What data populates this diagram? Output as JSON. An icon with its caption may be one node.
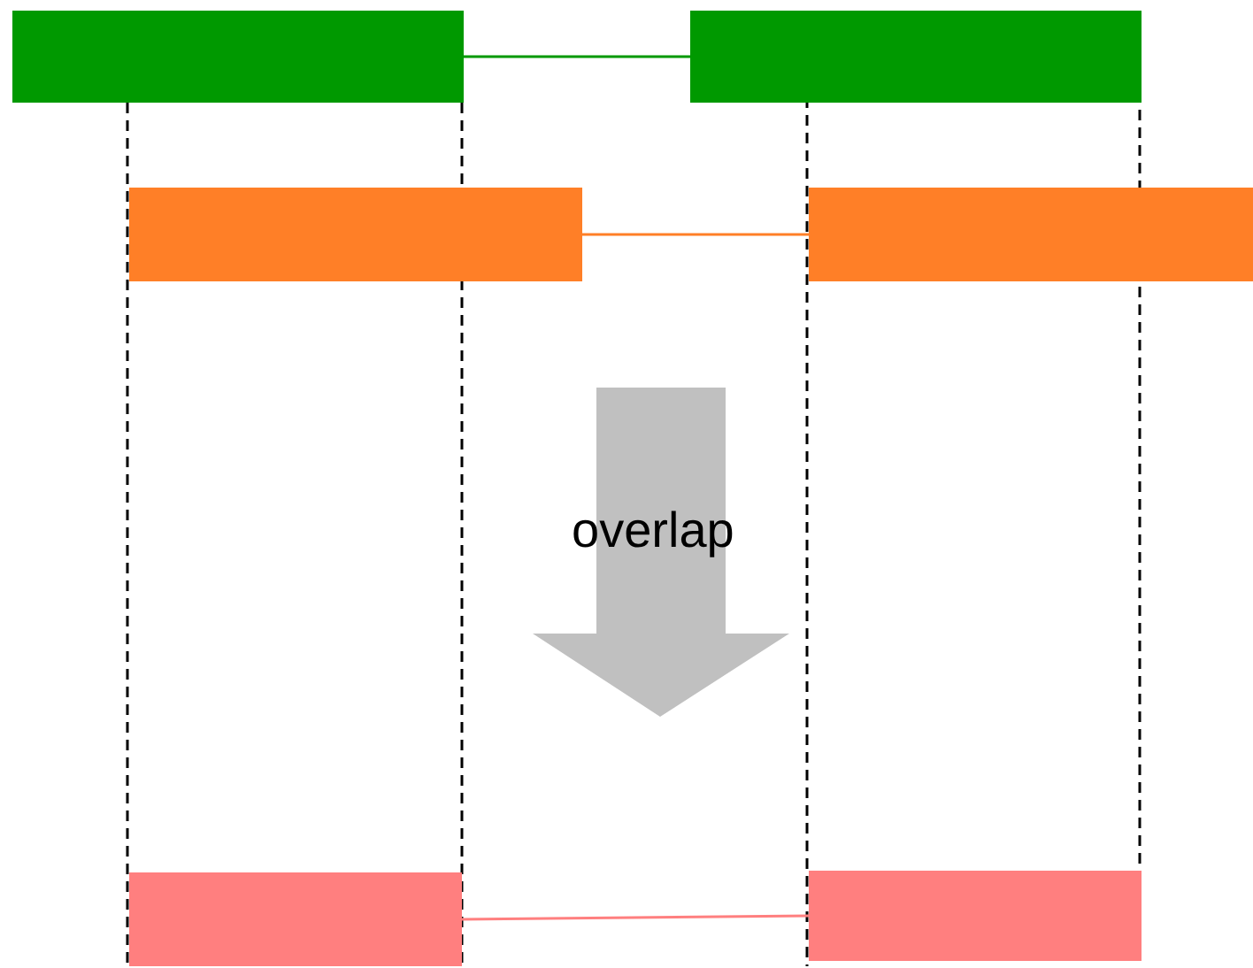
{
  "diagram": {
    "nodes": [
      {
        "text": [],
        "shape": "bar"
      },
      {
        "text": [],
        "shape": "bar"
      },
      {
        "text": [],
        "shape": "bar"
      },
      {
        "text": [],
        "shape": "bar"
      },
      {
        "text": [],
        "shape": "bar"
      },
      {
        "text": [],
        "shape": "bar"
      }
    ],
    "edges": [
      {
        "from": 0,
        "to": 1,
        "arrow": "none",
        "color": "#009900"
      },
      {
        "from": 2,
        "to": 3,
        "arrow": "none",
        "color": "#ff7f27"
      },
      {
        "from": 4,
        "to": 5,
        "arrow": "none",
        "color": "#ff7f7f"
      }
    ],
    "labels": [
      "overlap"
    ]
  }
}
